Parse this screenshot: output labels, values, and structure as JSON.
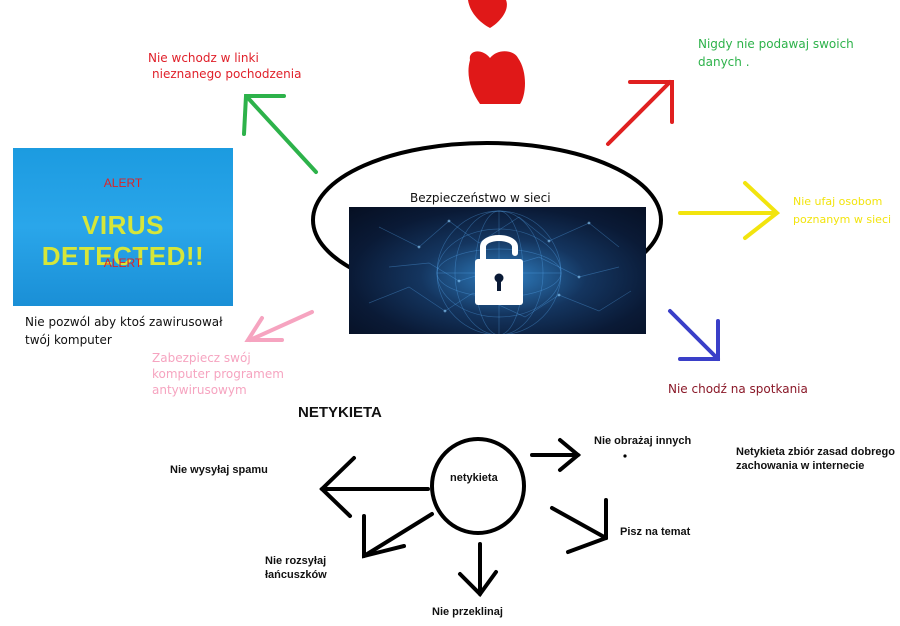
{
  "center": {
    "title": "Bezpieczeństwo w sieci"
  },
  "virus_image": {
    "alert_top": "ALERT",
    "headline": "VIRUS DETECTED!!",
    "alert_bottom": "ALERT"
  },
  "tips": [
    {
      "text": "Nie wchodz w linki nieznanego pochodzenia",
      "lines": [
        "Nie wchodz w linki",
        "nieznanego pochodzenia"
      ],
      "color": "#e0202a"
    },
    {
      "text": "Nigdy nie podawaj swoich danych .",
      "lines": [
        "Nigdy nie podawaj swoich",
        "danych ."
      ],
      "color": "#2db24a"
    },
    {
      "text": "Nie ufaj osobom poznanym w sieci",
      "lines": [
        "Nie ufaj osobom",
        "poznanym w sieci"
      ],
      "color": "#f2e40e"
    },
    {
      "text": "Nie pozwól aby ktoś zawirusował twój komputer",
      "lines": [
        "Nie pozwól aby ktoś zawirusował",
        "twój komputer"
      ],
      "color": "#111111"
    },
    {
      "text": "Zabezpiecz swój komputer programem antywirusowym",
      "lines": [
        "Zabezpiecz swój",
        "komputer programem",
        "antywirusowym"
      ],
      "color": "#f6a4c0"
    },
    {
      "text": "Nie chodź na spotkania",
      "lines": [
        "Nie chodź na spotkania"
      ],
      "color": "#8a1828"
    }
  ],
  "netykieta": {
    "heading": "NETYKIETA",
    "center_label": "netykieta",
    "definition_lines": [
      "Netykieta zbiór zasad dobrego",
      "zachowania w internecie"
    ],
    "items": {
      "no_spam": "Nie wysyłaj spamu",
      "no_chain_lines": [
        "Nie rozsyłaj",
        "łańcuszków"
      ],
      "no_swearing": "Nie przeklinaj",
      "on_topic": "Pisz na temat",
      "no_insult": "Nie obrażaj innych"
    }
  },
  "colors": {
    "red": "#e0202a",
    "green": "#2db24a",
    "yellow": "#f2e40e",
    "pink": "#f6a4c0",
    "blue": "#3a3fc8",
    "maroon": "#8a1828"
  }
}
